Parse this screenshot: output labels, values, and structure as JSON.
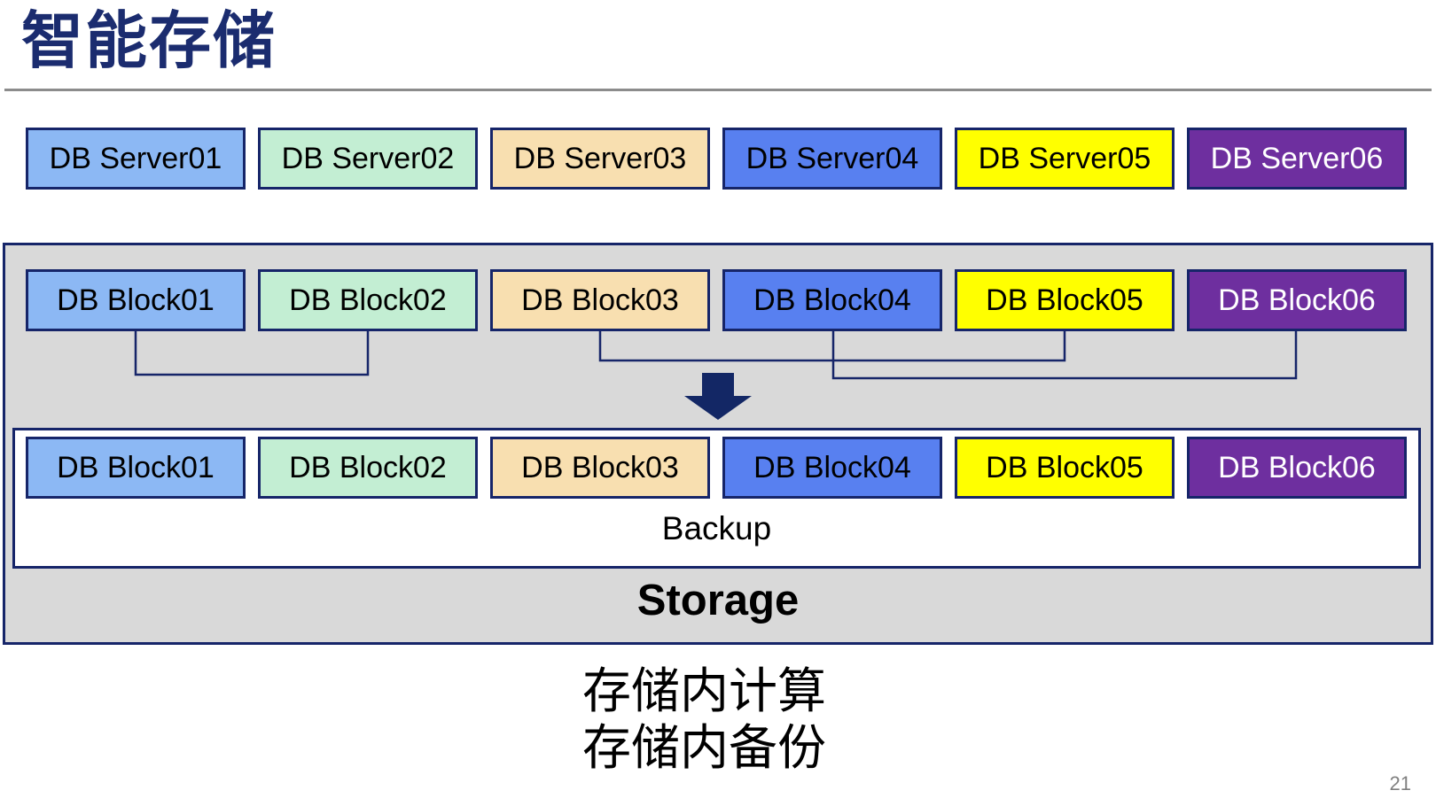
{
  "title": "智能存储",
  "page_number": "21",
  "caption": {
    "line1": "存储内计算",
    "line2": "存储内备份"
  },
  "server_row": {
    "items": [
      {
        "label": "DB Server01",
        "fill": "#8CB8F4",
        "text_color": "#000000"
      },
      {
        "label": "DB Server02",
        "fill": "#C3EED3",
        "text_color": "#000000"
      },
      {
        "label": "DB Server03",
        "fill": "#F8DFB0",
        "text_color": "#000000"
      },
      {
        "label": "DB Server04",
        "fill": "#5880F0",
        "text_color": "#000000"
      },
      {
        "label": "DB Server05",
        "fill": "#FFFF00",
        "text_color": "#000000"
      },
      {
        "label": "DB Server06",
        "fill": "#6E2F9F",
        "text_color": "#FFFFFF"
      }
    ]
  },
  "storage_box": {
    "label": "Storage",
    "blocks_top": [
      {
        "label": "DB Block01",
        "fill": "#8CB8F4",
        "text_color": "#000000"
      },
      {
        "label": "DB Block02",
        "fill": "#C3EED3",
        "text_color": "#000000"
      },
      {
        "label": "DB Block03",
        "fill": "#F8DFB0",
        "text_color": "#000000"
      },
      {
        "label": "DB Block04",
        "fill": "#5880F0",
        "text_color": "#000000"
      },
      {
        "label": "DB Block05",
        "fill": "#FFFF00",
        "text_color": "#000000"
      },
      {
        "label": "DB Block06",
        "fill": "#6E2F9F",
        "text_color": "#FFFFFF"
      }
    ],
    "inner_box": {
      "backup_label": "Backup",
      "blocks_bottom": [
        {
          "label": "DB Block01",
          "fill": "#8CB8F4",
          "text_color": "#000000"
        },
        {
          "label": "DB Block02",
          "fill": "#C3EED3",
          "text_color": "#000000"
        },
        {
          "label": "DB Block03",
          "fill": "#F8DFB0",
          "text_color": "#000000"
        },
        {
          "label": "DB Block04",
          "fill": "#5880F0",
          "text_color": "#000000"
        },
        {
          "label": "DB Block05",
          "fill": "#FFFF00",
          "text_color": "#000000"
        },
        {
          "label": "DB Block06",
          "fill": "#6E2F9F",
          "text_color": "#FFFFFF"
        }
      ]
    }
  },
  "colors": {
    "title_navy": "#1B2C6F",
    "border_navy": "#162569",
    "arrow_navy": "#132765",
    "container_gray": "#D9D9D9",
    "rule_gray": "#8C8C8C",
    "page_number_gray": "#808080"
  }
}
